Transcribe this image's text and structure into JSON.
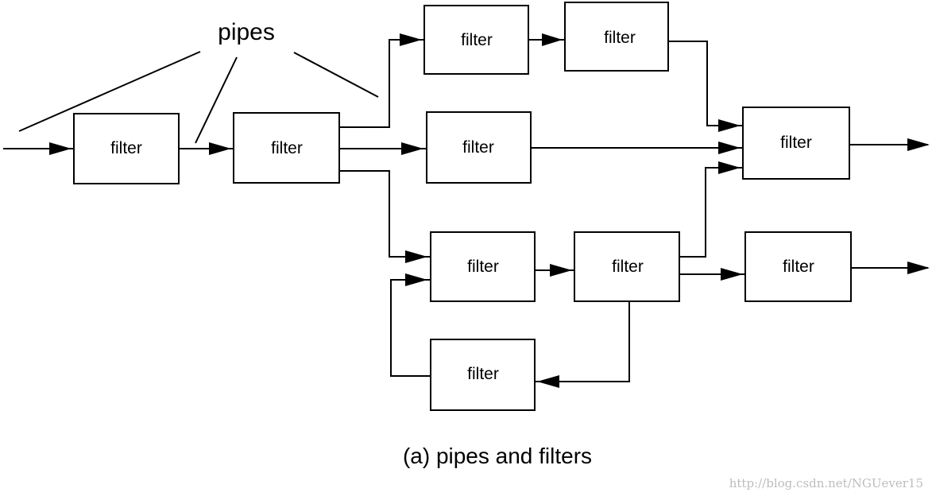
{
  "diagram": {
    "pipes_label": "pipes",
    "caption": "(a)  pipes and filters",
    "watermark": "http://blog.csdn.net/NGUever15",
    "filters": [
      {
        "id": "f1",
        "label": "filter"
      },
      {
        "id": "f2",
        "label": "filter"
      },
      {
        "id": "f3",
        "label": "filter"
      },
      {
        "id": "f4",
        "label": "filter"
      },
      {
        "id": "f5",
        "label": "filter"
      },
      {
        "id": "f6",
        "label": "filter"
      },
      {
        "id": "f7",
        "label": "filter"
      },
      {
        "id": "f8",
        "label": "filter"
      },
      {
        "id": "f9",
        "label": "filter"
      },
      {
        "id": "f10",
        "label": "filter"
      }
    ],
    "connections": [
      {
        "from": "input",
        "to": "f1"
      },
      {
        "from": "f1",
        "to": "f2"
      },
      {
        "from": "f2",
        "to": "f3"
      },
      {
        "from": "f3",
        "to": "f4"
      },
      {
        "from": "f4",
        "to": "f6"
      },
      {
        "from": "f2",
        "to": "f5"
      },
      {
        "from": "f5",
        "to": "f6"
      },
      {
        "from": "f2",
        "to": "f7"
      },
      {
        "from": "f7",
        "to": "f8"
      },
      {
        "from": "f8",
        "to": "f6"
      },
      {
        "from": "f8",
        "to": "f9"
      },
      {
        "from": "f8",
        "to": "f10"
      },
      {
        "from": "f10",
        "to": "f7"
      },
      {
        "from": "f6",
        "to": "output"
      },
      {
        "from": "f9",
        "to": "output"
      }
    ]
  }
}
